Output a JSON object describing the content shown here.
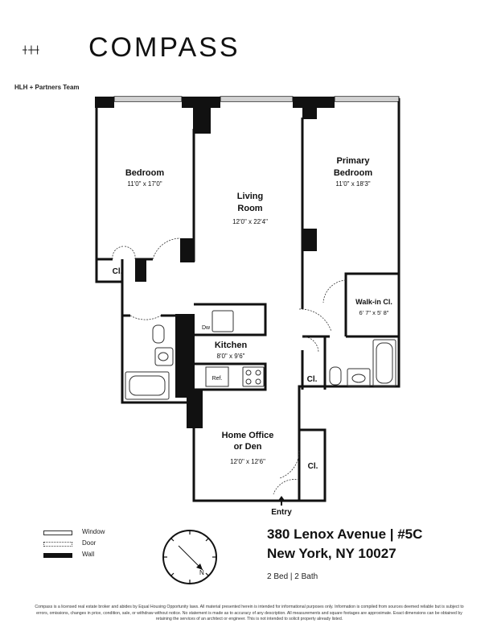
{
  "brand": {
    "name": "COMPASS",
    "team": "HLH + Partners Team"
  },
  "rooms": {
    "bedroom": {
      "name": "Bedroom",
      "dims": "11'0\" x 17'0\""
    },
    "living": {
      "name_line1": "Living",
      "name_line2": "Room",
      "dims": "12'0\" x 22'4\""
    },
    "primary": {
      "name_line1": "Primary",
      "name_line2": "Bedroom",
      "dims": "11'0\" x 18'3\""
    },
    "walkin": {
      "name": "Walk-in Cl.",
      "dims": "6' 7\" x 5' 8\""
    },
    "kitchen": {
      "name": "Kitchen",
      "dims": "8'0\" x 9'6\"",
      "dw": "Dw",
      "ref": "Ref."
    },
    "office": {
      "name_line1": "Home Office",
      "name_line2": "or Den",
      "dims": "12'0\" x 12'6\""
    },
    "closet_label": "Cl.",
    "entry": "Entry"
  },
  "legend": {
    "window": "Window",
    "door": "Door",
    "wall": "Wall"
  },
  "address": {
    "line1": "380 Lenox Avenue | #5C",
    "line2": "New York, NY 10027",
    "beds_baths": "2 Bed | 2 Bath"
  },
  "compass_letter": "N",
  "disclaimer": "Compass is a licensed real estate broker and abides by Equal Housing Opportunity laws. All material presented herein is intended for informational purposes only. Information is compiled from sources deemed reliable but is subject to errors, omissions, changes in price, condition, sale, or withdraw without notice. No statement is made as to accuracy of any description. All measurements and square footages are approximate. Exact dimensions can be obtained by retaining the services of an architect or engineer. This is not intended to solicit property already listed."
}
